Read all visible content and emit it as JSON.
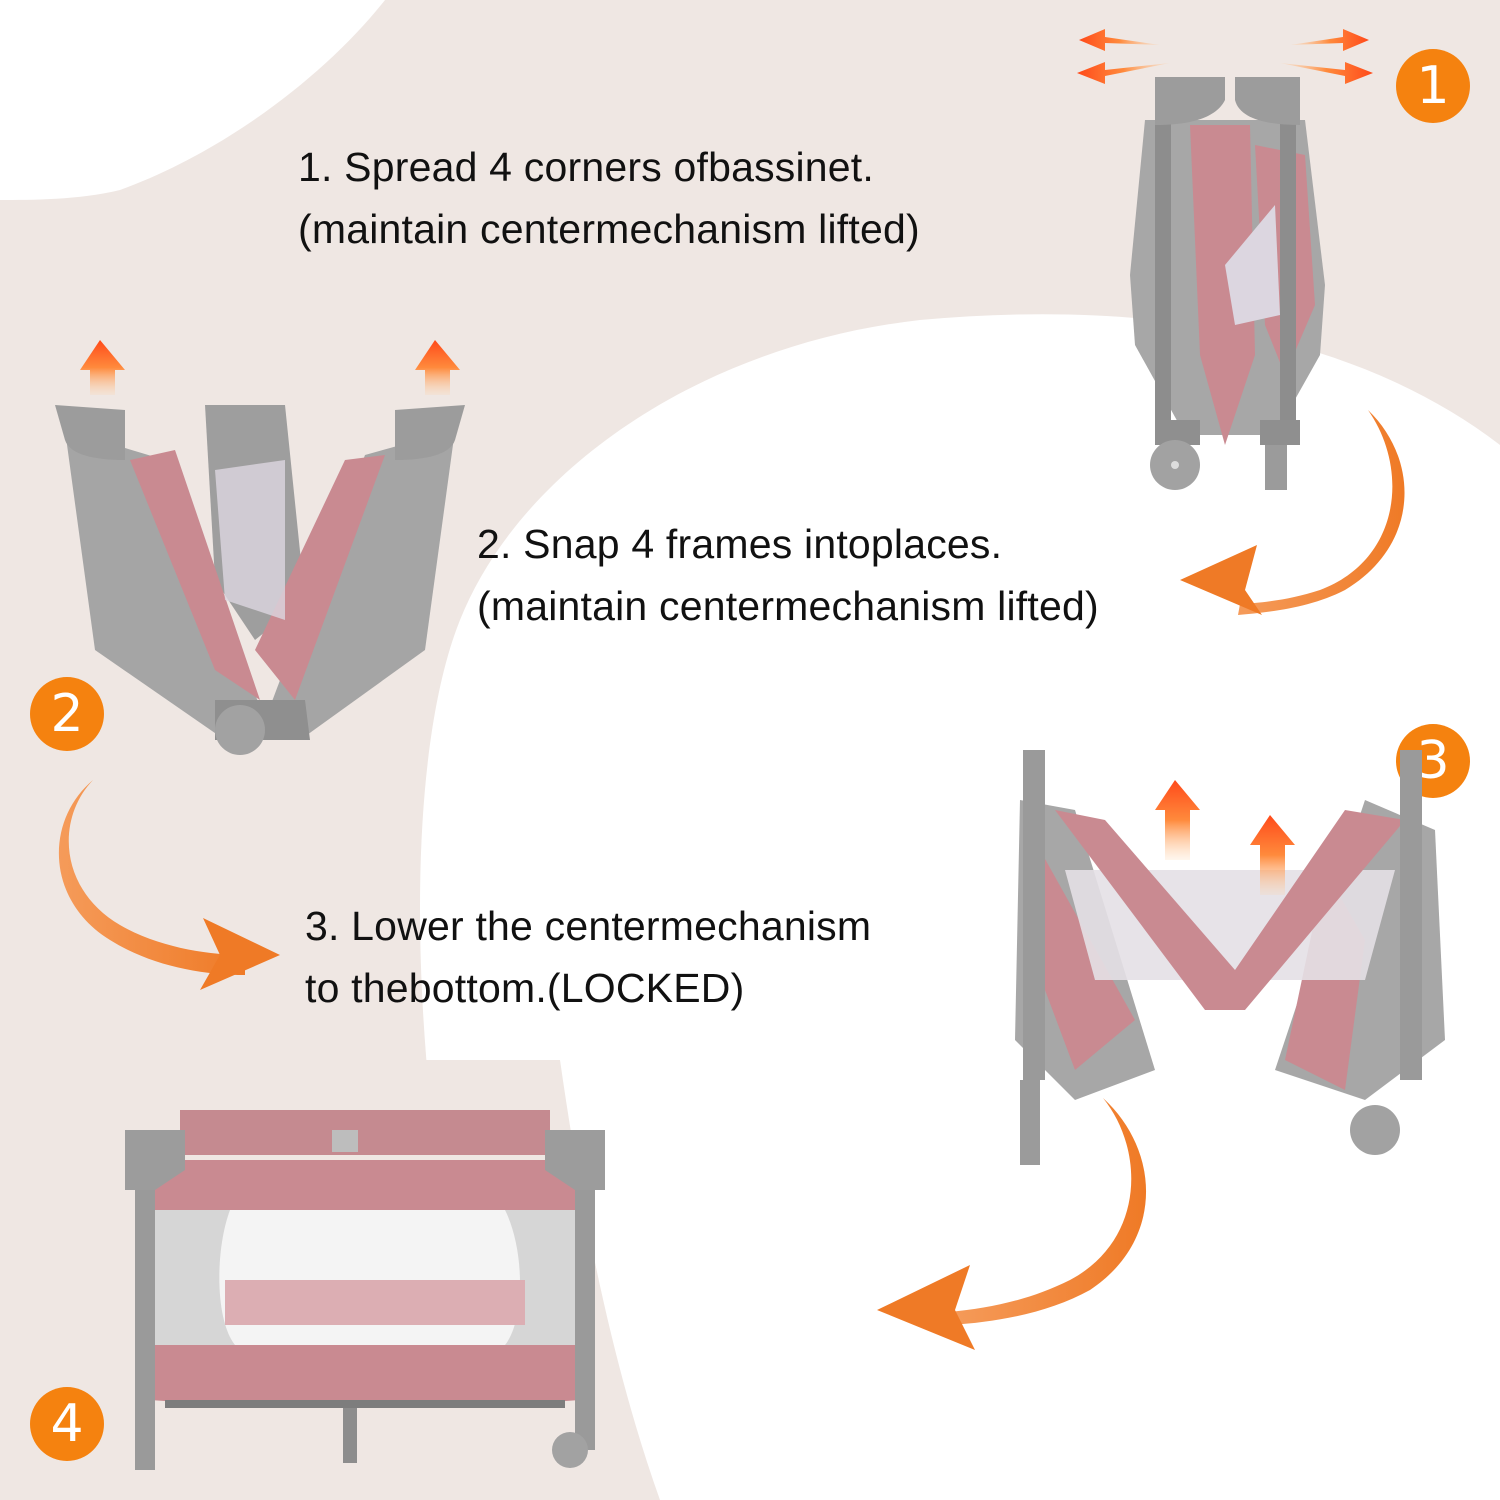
{
  "colors": {
    "background_beige": "#efe7e3",
    "background_white": "#ffffff",
    "accent_orange": "#f5820f",
    "arrow_orange": "#f08a3c",
    "fabric_pink": "#c98a91",
    "frame_grey": "#9a9a9a",
    "text": "#111111"
  },
  "steps": [
    {
      "number": "1",
      "line1": "1. Spread 4 corners ofbassinet.",
      "line2": "(maintain centermechanism lifted)",
      "illustration": "folded-playard-corners-spread",
      "motion_icon": "horizontal-double-arrows"
    },
    {
      "number": "2",
      "line1": "2. Snap 4 frames intoplaces.",
      "line2": "(maintain centermechanism lifted)",
      "illustration": "playard-v-shape-frames-up",
      "motion_icon": "up-arrows"
    },
    {
      "number": "3",
      "line1": "3. Lower the centermechanism",
      "line2": "to thebottom.(LOCKED)",
      "illustration": "playard-w-shape-center-lifted",
      "motion_icon": "up-arrows"
    },
    {
      "number": "4",
      "illustration": "assembled-playard"
    }
  ]
}
